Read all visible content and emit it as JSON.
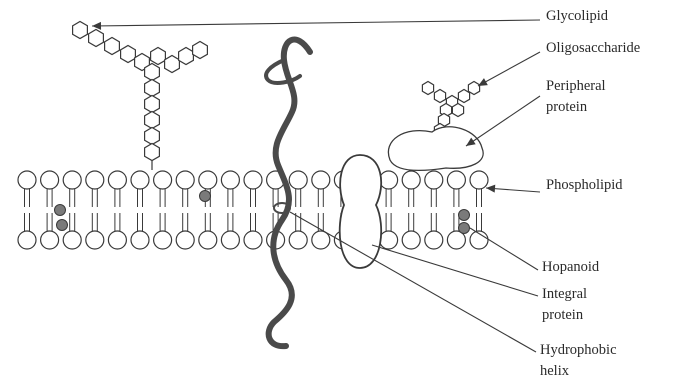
{
  "labels": {
    "glycolipid": "Glycolipid",
    "oligosaccharide": "Oligosaccharide",
    "peripheral_protein": [
      "Peripheral",
      "protein"
    ],
    "phospholipid": "Phospholipid",
    "hopanoid": "Hopanoid",
    "integral_protein": [
      "Integral",
      "protein"
    ],
    "hydrophobic_helix": [
      "Hydrophobic",
      "helix"
    ]
  },
  "colors": {
    "line": "#3a3a3a",
    "helix": "#4a4a4a",
    "hopanoid": "#7a7a7a",
    "background": "#ffffff"
  }
}
